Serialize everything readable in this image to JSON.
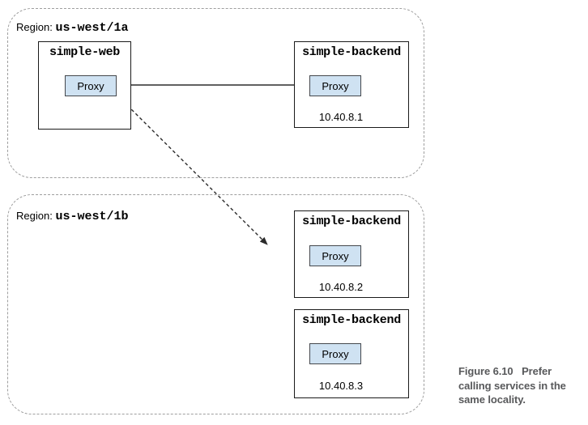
{
  "colors": {
    "proxy_fill": "#cfe2f2",
    "proxy_border": "#45484d",
    "box_border": "#1a1a1a",
    "region_border": "#9e9e9e",
    "arrow": "#2b2b2b",
    "caption_text": "#58595b"
  },
  "regions": [
    {
      "label_prefix": "Region:",
      "name": "us-west/1a"
    },
    {
      "label_prefix": "Region:",
      "name": "us-west/1b"
    }
  ],
  "services": [
    {
      "title": "simple-web",
      "proxy": "Proxy"
    },
    {
      "title": "simple-backend",
      "proxy": "Proxy",
      "ip": "10.40.8.1"
    },
    {
      "title": "simple-backend",
      "proxy": "Proxy",
      "ip": "10.40.8.2"
    },
    {
      "title": "simple-backend",
      "proxy": "Proxy",
      "ip": "10.40.8.3"
    }
  ],
  "caption": {
    "text": "Figure 6.10   Prefer\ncalling services in the\nsame locality."
  }
}
